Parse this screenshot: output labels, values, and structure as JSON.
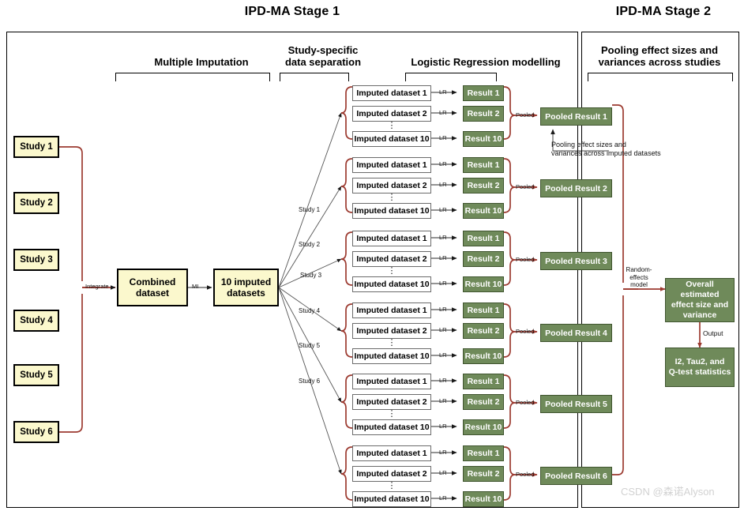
{
  "stages": [
    {
      "title": "IPD-MA Stage 1"
    },
    {
      "title": "IPD-MA Stage 2"
    }
  ],
  "phases": [
    {
      "label": "Multiple Imputation"
    },
    {
      "label": "Study-specific\ndata separation",
      "line1": "Study-specific",
      "line2": "data separation"
    },
    {
      "label": "Logistic Regression modelling"
    },
    {
      "label": "Pooling effect sizes and variances across studies",
      "line1": "Pooling effect sizes and",
      "line2": "variances across studies"
    }
  ],
  "studies": [
    {
      "label": "Study 1"
    },
    {
      "label": "Study 2"
    },
    {
      "label": "Study 3"
    },
    {
      "label": "Study 4"
    },
    {
      "label": "Study 5"
    },
    {
      "label": "Study 6"
    }
  ],
  "pipeline": {
    "integrate_label": "Integrate",
    "combined": {
      "line1": "Combined",
      "line2": "dataset"
    },
    "mi_label": "MI",
    "imputed": {
      "line1": "10 imputed",
      "line2": "datasets"
    }
  },
  "fan_labels": [
    "Study 1",
    "Study 2",
    "Study 3",
    "Study 4",
    "Study 5",
    "Study 6"
  ],
  "groups": [
    {
      "rows": [
        {
          "dataset": "Imputed dataset 1",
          "lr": "LR",
          "result": "Result 1"
        },
        {
          "dataset": "Imputed dataset 2",
          "lr": "LR",
          "result": "Result 2"
        },
        {
          "dataset": "Imputed dataset 10",
          "lr": "LR",
          "result": "Result 10"
        }
      ],
      "pooled_label": "Pooled",
      "pooled_result": "Pooled Result 1"
    },
    {
      "rows": [
        {
          "dataset": "Imputed dataset 1",
          "lr": "LR",
          "result": "Result 1"
        },
        {
          "dataset": "Imputed dataset 2",
          "lr": "LR",
          "result": "Result 2"
        },
        {
          "dataset": "Imputed dataset 10",
          "lr": "LR",
          "result": "Result 10"
        }
      ],
      "pooled_label": "Pooled",
      "pooled_result": "Pooled Result 2"
    },
    {
      "rows": [
        {
          "dataset": "Imputed dataset 1",
          "lr": "LR",
          "result": "Result 1"
        },
        {
          "dataset": "Imputed dataset 2",
          "lr": "LR",
          "result": "Result 2"
        },
        {
          "dataset": "Imputed dataset 10",
          "lr": "LR",
          "result": "Result 10"
        }
      ],
      "pooled_label": "Pooled",
      "pooled_result": "Pooled Result 3"
    },
    {
      "rows": [
        {
          "dataset": "Imputed dataset 1",
          "lr": "LR",
          "result": "Result 1"
        },
        {
          "dataset": "Imputed dataset 2",
          "lr": "LR",
          "result": "Result 2"
        },
        {
          "dataset": "Imputed dataset 10",
          "lr": "LR",
          "result": "Result 10"
        }
      ],
      "pooled_label": "Pooled",
      "pooled_result": "Pooled Result 4"
    },
    {
      "rows": [
        {
          "dataset": "Imputed dataset 1",
          "lr": "LR",
          "result": "Result 1"
        },
        {
          "dataset": "Imputed dataset 2",
          "lr": "LR",
          "result": "Result 2"
        },
        {
          "dataset": "Imputed dataset 10",
          "lr": "LR",
          "result": "Result 10"
        }
      ],
      "pooled_label": "Pooled",
      "pooled_result": "Pooled Result 5"
    },
    {
      "rows": [
        {
          "dataset": "Imputed dataset 1",
          "lr": "LR",
          "result": "Result 1"
        },
        {
          "dataset": "Imputed dataset 2",
          "lr": "LR",
          "result": "Result 2"
        },
        {
          "dataset": "Imputed dataset 10",
          "lr": "LR",
          "result": "Result 10"
        }
      ],
      "pooled_label": "Pooled",
      "pooled_result": "Pooled Result 6"
    }
  ],
  "annotations": {
    "pooling_note_line1": "Pooling effect sizes and",
    "pooling_note_line2": "variances across imputed datasets",
    "random_effects_line1": "Random-",
    "random_effects_line2": "effects",
    "random_effects_line3": "model",
    "output_label": "Output"
  },
  "final": {
    "overall": {
      "line1": "Overall estimated",
      "line2": "effect size and",
      "line3": "variance"
    },
    "stats": {
      "line1": "I2, Tau2, and",
      "line2": "Q-test statistics"
    }
  },
  "watermark": "CSDN @森诺Alyson",
  "colors": {
    "green_fill": "#6f8a5a",
    "green_border": "#40552f",
    "yellow_fill": "#fbf8cd",
    "red_line": "#9c3a30",
    "gray_line": "#555555"
  }
}
